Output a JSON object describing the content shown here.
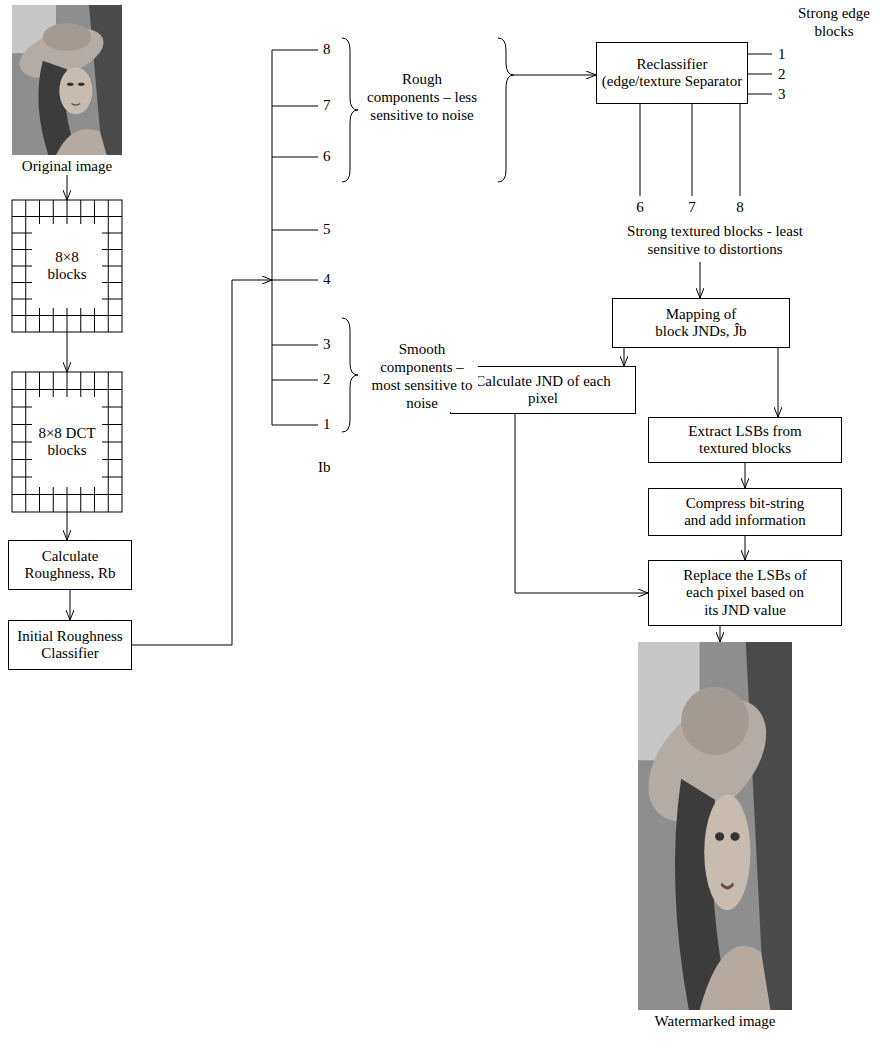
{
  "diagram": {
    "nodes": [
      {
        "text": [
          "Original image"
        ]
      },
      {
        "text": [
          "8×8 blocks"
        ]
      },
      {
        "text": [
          "8×8 DCT blocks"
        ]
      },
      {
        "text": [
          "Calculate Roughness, Rb"
        ]
      },
      {
        "text": [
          "Initial Roughness Classifier"
        ]
      },
      {
        "text": [
          "Reclassifier (edge/texture Separator"
        ]
      },
      {
        "text": [
          "Mapping of block JNDs, Ĵb"
        ]
      },
      {
        "text": [
          "Calculate JND of each pixel"
        ]
      },
      {
        "text": [
          "Extract LSBs from textured blocks"
        ]
      },
      {
        "text": [
          "Compress bit-string and add information"
        ]
      },
      {
        "text": [
          "Replace the LSBs of each pixel based on its JND value"
        ]
      },
      {
        "text": [
          "Watermarked image"
        ]
      }
    ],
    "edges": [
      {
        "from": 0,
        "to": 1,
        "arrow": "to"
      },
      {
        "from": 1,
        "to": 2,
        "arrow": "to"
      },
      {
        "from": 2,
        "to": 3,
        "arrow": "to"
      },
      {
        "from": 3,
        "to": 4,
        "arrow": "to"
      },
      {
        "from": 6,
        "to": 7,
        "arrow": "to"
      },
      {
        "from": 6,
        "to": 8,
        "arrow": "to"
      },
      {
        "from": 7,
        "to": 10,
        "arrow": "to"
      },
      {
        "from": 8,
        "to": 9,
        "arrow": "to"
      },
      {
        "from": 9,
        "to": 10,
        "arrow": "to"
      },
      {
        "from": 10,
        "to": 11,
        "arrow": "to"
      }
    ],
    "labels": [
      "Strong edge blocks",
      "8",
      "7",
      "6",
      "5",
      "4",
      "3",
      "2",
      "1",
      "Rough components – less sensitive to noise",
      "Smooth components – most sensitive to noise",
      "Ib",
      "1",
      "2",
      "3",
      "6",
      "7",
      "8",
      "Strong textured blocks - least sensitive to distortions"
    ]
  }
}
